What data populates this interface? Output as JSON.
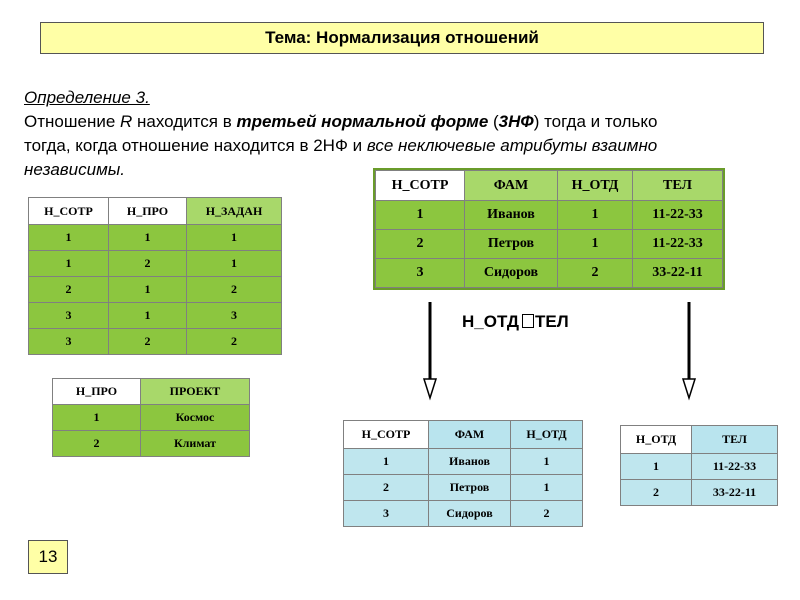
{
  "title": "Тема: Нормализация отношений",
  "definition": {
    "heading": "Определение 3.",
    "line1_a": "Отношение ",
    "line1_r": "R",
    "line1_b": " находится в ",
    "line1_term": "третьей нормальной форме",
    "line1_c": " (",
    "line1_abbr": "3НФ",
    "line1_d": ") тогда и только",
    "line2_a": "тогда, когда отношение находится в 2НФ и ",
    "line2_b": "все неключевые атрибуты взаимно",
    "line3": "независимы."
  },
  "table_left_top": {
    "headers": [
      "Н_СОТР",
      "Н_ПРО",
      "Н_ЗАДАН"
    ],
    "rows": [
      [
        "1",
        "1",
        "1"
      ],
      [
        "1",
        "2",
        "1"
      ],
      [
        "2",
        "1",
        "2"
      ],
      [
        "3",
        "1",
        "3"
      ],
      [
        "3",
        "2",
        "2"
      ]
    ]
  },
  "table_left_bottom": {
    "headers": [
      "Н_ПРО",
      "ПРОЕКТ"
    ],
    "rows": [
      [
        "1",
        "Космос"
      ],
      [
        "2",
        "Климат"
      ]
    ]
  },
  "table_main": {
    "headers": [
      "Н_СОТР",
      "ФАМ",
      "Н_ОТД",
      "ТЕЛ"
    ],
    "rows": [
      [
        "1",
        "Иванов",
        "1",
        "11-22-33"
      ],
      [
        "2",
        "Петров",
        "1",
        "11-22-33"
      ],
      [
        "3",
        "Сидоров",
        "2",
        "33-22-11"
      ]
    ]
  },
  "dependency": {
    "left": "Н_ОТД",
    "right": "ТЕЛ"
  },
  "table_split1": {
    "headers": [
      "Н_СОТР",
      "ФАМ",
      "Н_ОТД"
    ],
    "rows": [
      [
        "1",
        "Иванов",
        "1"
      ],
      [
        "2",
        "Петров",
        "1"
      ],
      [
        "3",
        "Сидоров",
        "2"
      ]
    ]
  },
  "table_split2": {
    "headers": [
      "Н_ОТД",
      "ТЕЛ"
    ],
    "rows": [
      [
        "1",
        "11-22-33"
      ],
      [
        "2",
        "33-22-11"
      ]
    ]
  },
  "page_number": "13",
  "colors": {
    "title_bg": "#ffffa6",
    "green_header": "#a8d86a",
    "green_cell": "#8cc63f",
    "blue_header": "#b9e4ee",
    "blue_cell": "#bfe6ee"
  }
}
